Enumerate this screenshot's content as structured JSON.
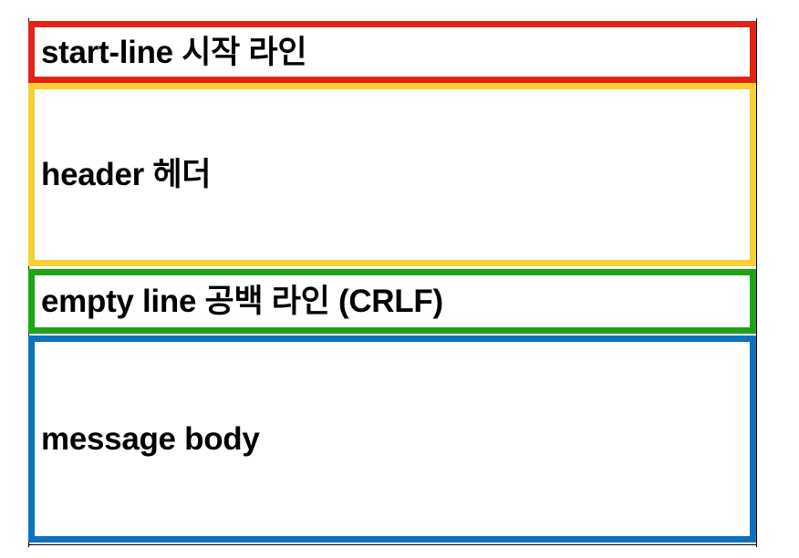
{
  "sections": [
    {
      "id": "start",
      "label": "start-line 시작 라인",
      "color": "#e02417"
    },
    {
      "id": "header",
      "label": "header 헤더",
      "color": "#f7d132"
    },
    {
      "id": "empty",
      "label": "empty line 공백 라인 (CRLF)",
      "color": "#1ea516"
    },
    {
      "id": "body",
      "label": "message body",
      "color": "#0b72be"
    }
  ]
}
